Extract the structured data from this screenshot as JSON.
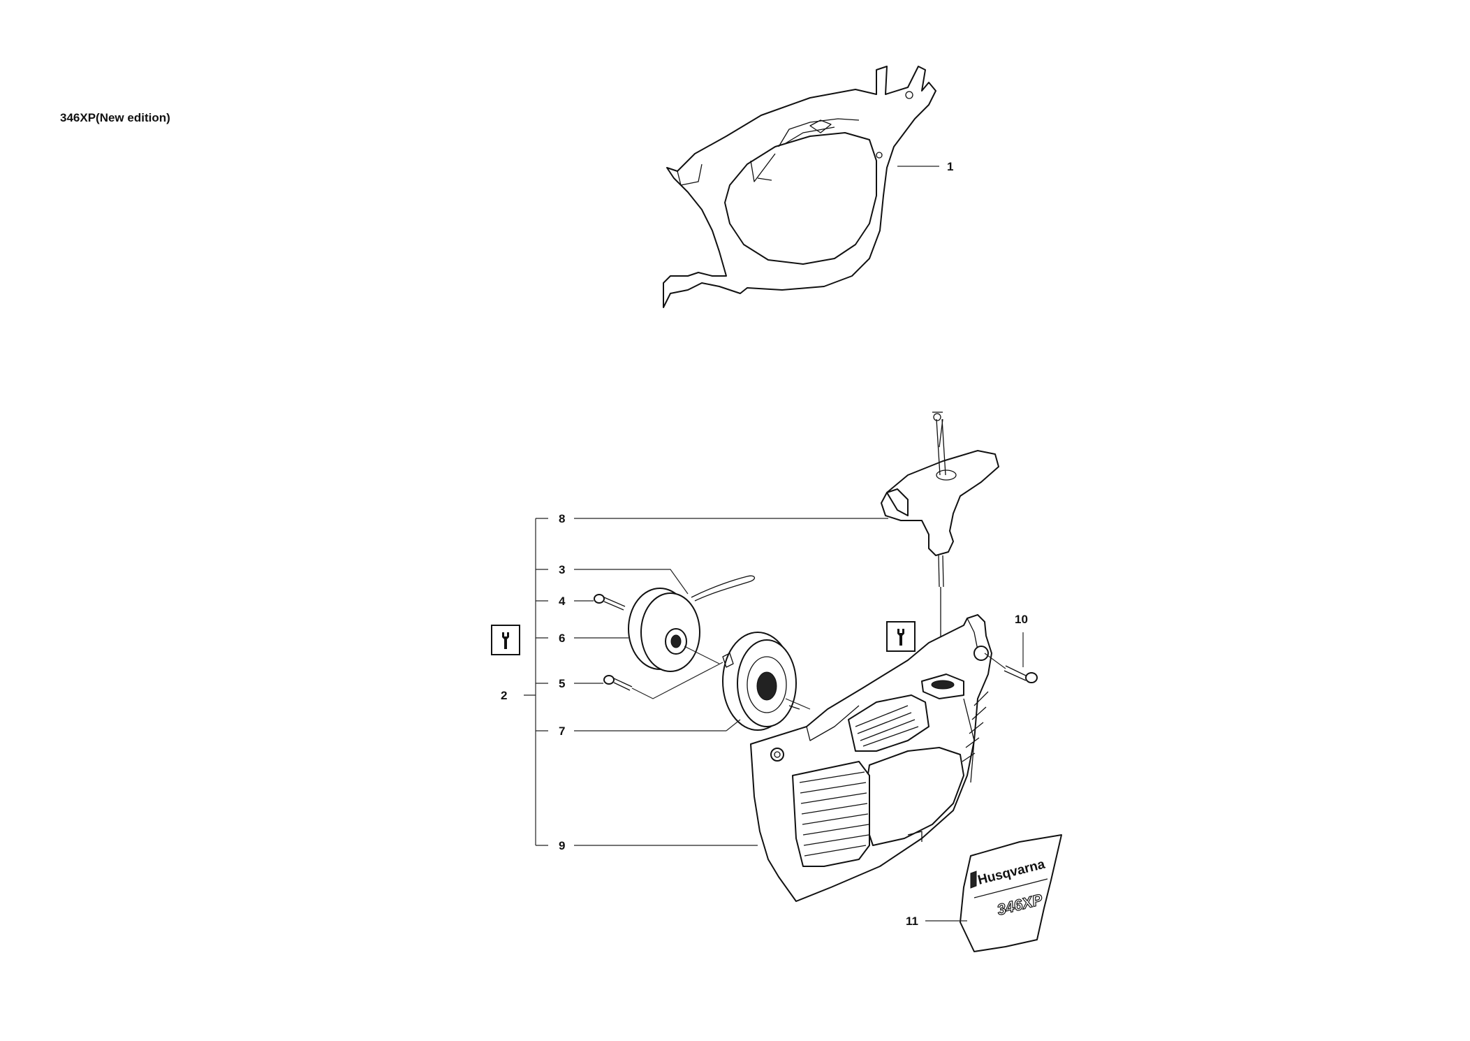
{
  "caption": "346XP(New edition)",
  "labels": {
    "p1": "1",
    "p2": "2",
    "p3": "3",
    "p4": "4",
    "p5": "5",
    "p6": "6",
    "p7": "7",
    "p8": "8",
    "p9": "9",
    "p10": "10",
    "p11": "11"
  },
  "decal": {
    "brand": "Husqvarna",
    "model": "346XP"
  },
  "icons": {
    "tool_symbol": "wrench-icon"
  }
}
